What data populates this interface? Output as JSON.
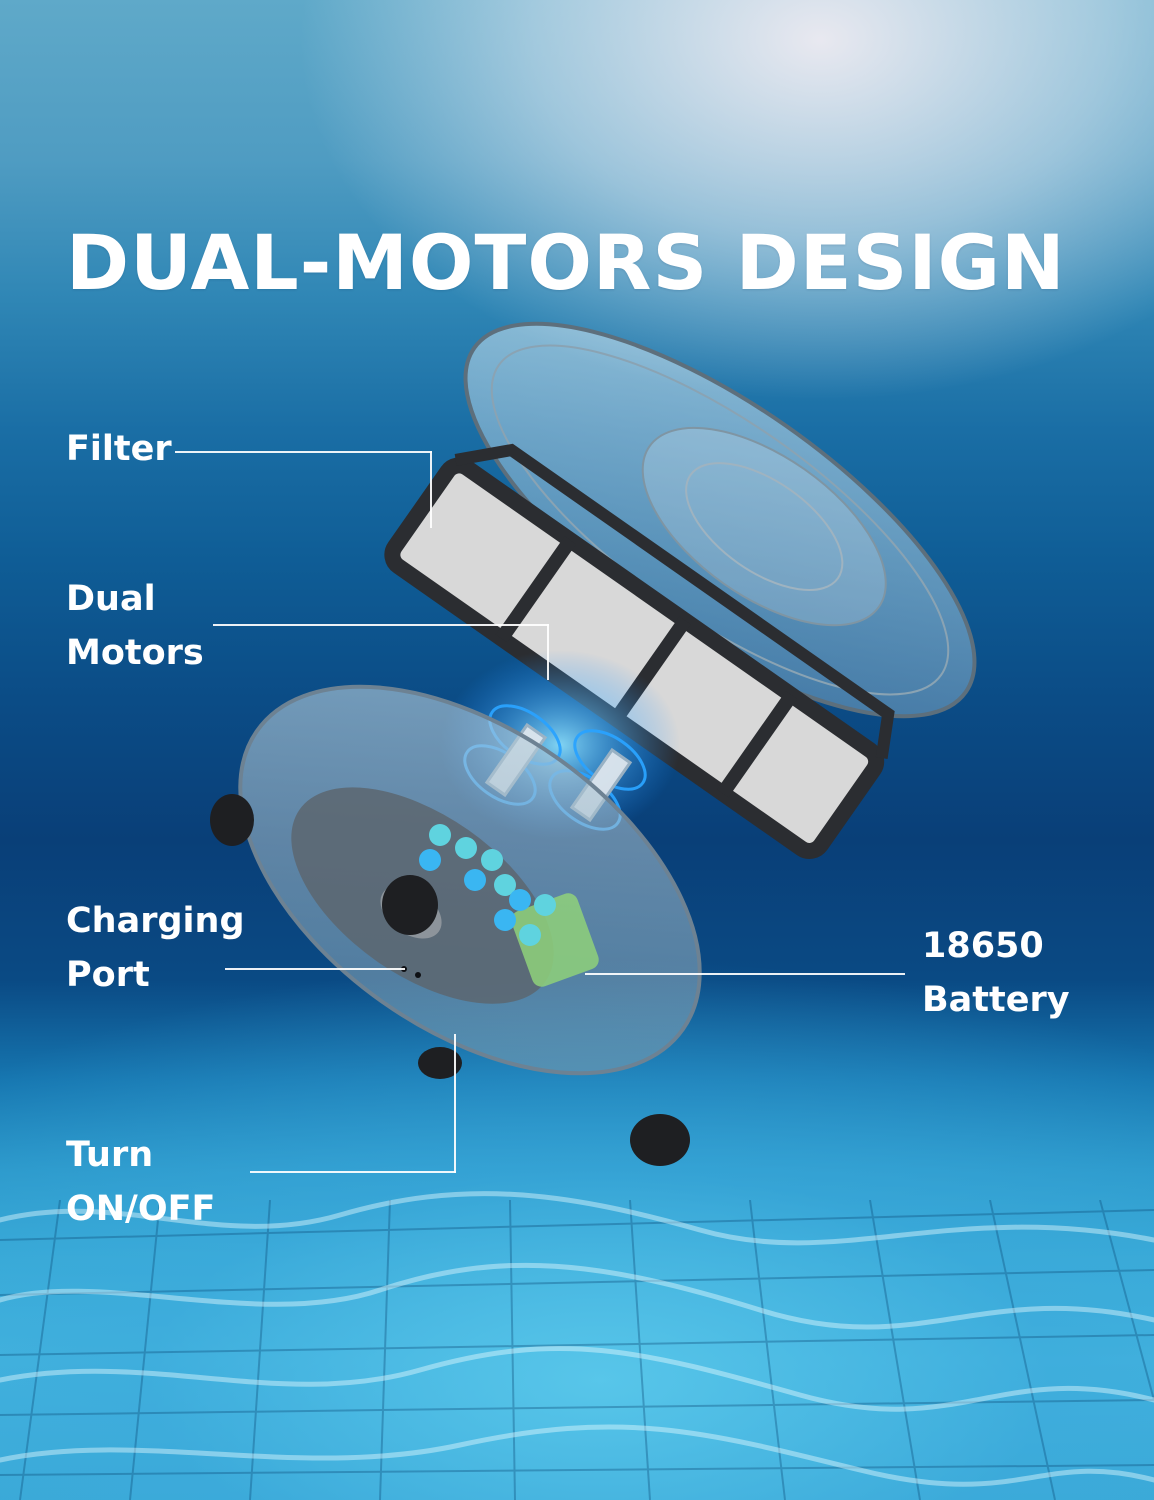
{
  "title": "DUAL-MOTORS DESIGN",
  "callouts": {
    "filter": {
      "lines": [
        "Filter"
      ]
    },
    "dual_motors": {
      "lines": [
        "Dual",
        "Motors"
      ]
    },
    "charging_port": {
      "lines": [
        "Charging",
        "Port"
      ]
    },
    "turn_on_off": {
      "lines": [
        "Turn",
        "ON/OFF"
      ]
    },
    "battery": {
      "lines": [
        "18650",
        "Battery"
      ]
    }
  },
  "colors": {
    "text": "#ffffff",
    "water_deep": "#093f78",
    "water_light": "#43b4de",
    "surface_glow": "#f0ecf2",
    "filter_frame": "#2b2d31",
    "filter_mesh": "#d9d9d9",
    "battery_cell": "#5fd3df",
    "motor_glow": "#2aa3ff"
  },
  "background": {
    "scene": "underwater-pool",
    "product": "robotic-pool-cleaner-exploded-view"
  }
}
